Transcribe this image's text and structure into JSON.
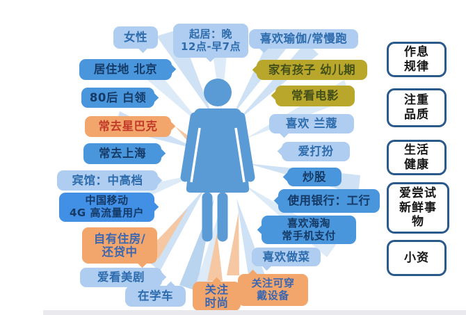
{
  "persona_tags": {
    "gender": "女性",
    "routine": "起居：晚\n12点-早7点",
    "yoga": "喜欢瑜伽/常慢跑",
    "residence": "居住地 北京",
    "children": "家有孩子 幼儿期",
    "occupation": "80后 白领",
    "movies": "常看电影",
    "starbucks": "常去星巴克",
    "lancome": "喜欢 兰蔻",
    "shanghai": "常去上海",
    "dressup": "爱打扮",
    "hotel": "宾馆：中高档",
    "stocks": "炒股",
    "mobile": "中国移动\n4G 高流量用户",
    "bank": "使用银行：工行",
    "housing": "自有住房/\n还贷中",
    "overseas_shopping": "喜欢海淘\n常手机支付",
    "us_drama": "爱看美剧",
    "cooking": "喜欢做菜",
    "driving_lessons": "在学车",
    "fashion": "关注\n时尚",
    "wearables": "关注可穿\n戴设备"
  },
  "trait_boxes": {
    "regular_routine": "作息\n规律",
    "quality_focused": "注重\n品质",
    "healthy_life": "生活\n健康",
    "novelty_seeker": "爱尝试\n新鲜事\n物",
    "petit_bourgeois": "小资"
  },
  "icons": {
    "center_figure": "female-silhouette-icon"
  },
  "colors": {
    "tag_blue": "#4a96dc",
    "tag_bright_blue": "#428fe6",
    "tag_light_blue": "#aecdf0",
    "tag_orange": "#f2a66b",
    "tag_olive": "#b9a72c",
    "text_navy": "#153a66",
    "text_blue": "#2e6cae",
    "text_red": "#c43a2a",
    "figure_blue": "#5b9bd5",
    "trait_border": "#2a5a8c",
    "ray_blue": "#cfe2f5",
    "ray_peach": "#f5c7a3"
  }
}
